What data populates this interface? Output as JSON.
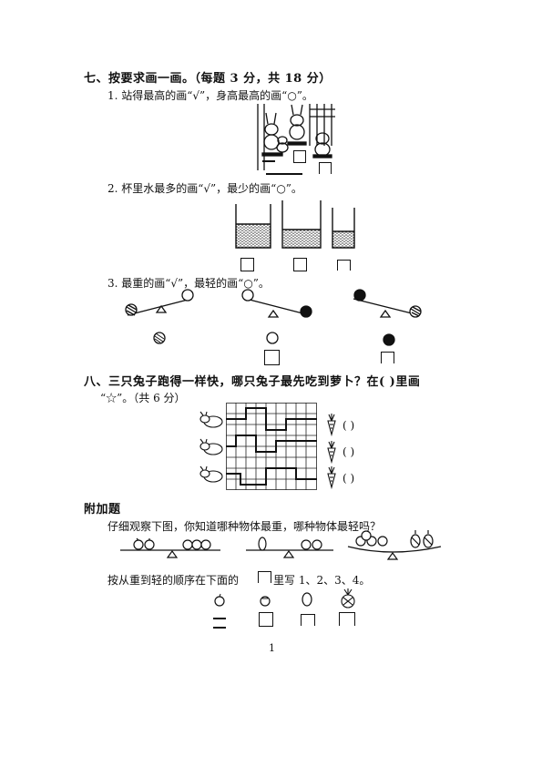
{
  "section7": {
    "heading": "七、按要求画一画。（每题 3 分，共 18 分）",
    "q1": "1. 站得最高的画“√”，身高最高的画“○”。",
    "q2": "2. 杯里水最多的画“√”，最少的画“○”。",
    "q3": "3. 最重的画“√”，最轻的画“○”。"
  },
  "section8": {
    "heading_line1": "八、三只兔子跑得一样快，哪只兔子最先吃到萝卜？在(      )里画",
    "heading_line2": "“☆”。（共 6 分）",
    "answers": [
      "(   )",
      "(   )",
      "(   )"
    ]
  },
  "bonus": {
    "title": "附加题",
    "instruction": "仔细观察下图，你知道哪种物体最重，哪种物体最轻吗？",
    "order_text": "按从重到轻的顺序在下面的",
    "order_text_tail": "里写 1、2、3、4。"
  },
  "page_number": "1"
}
